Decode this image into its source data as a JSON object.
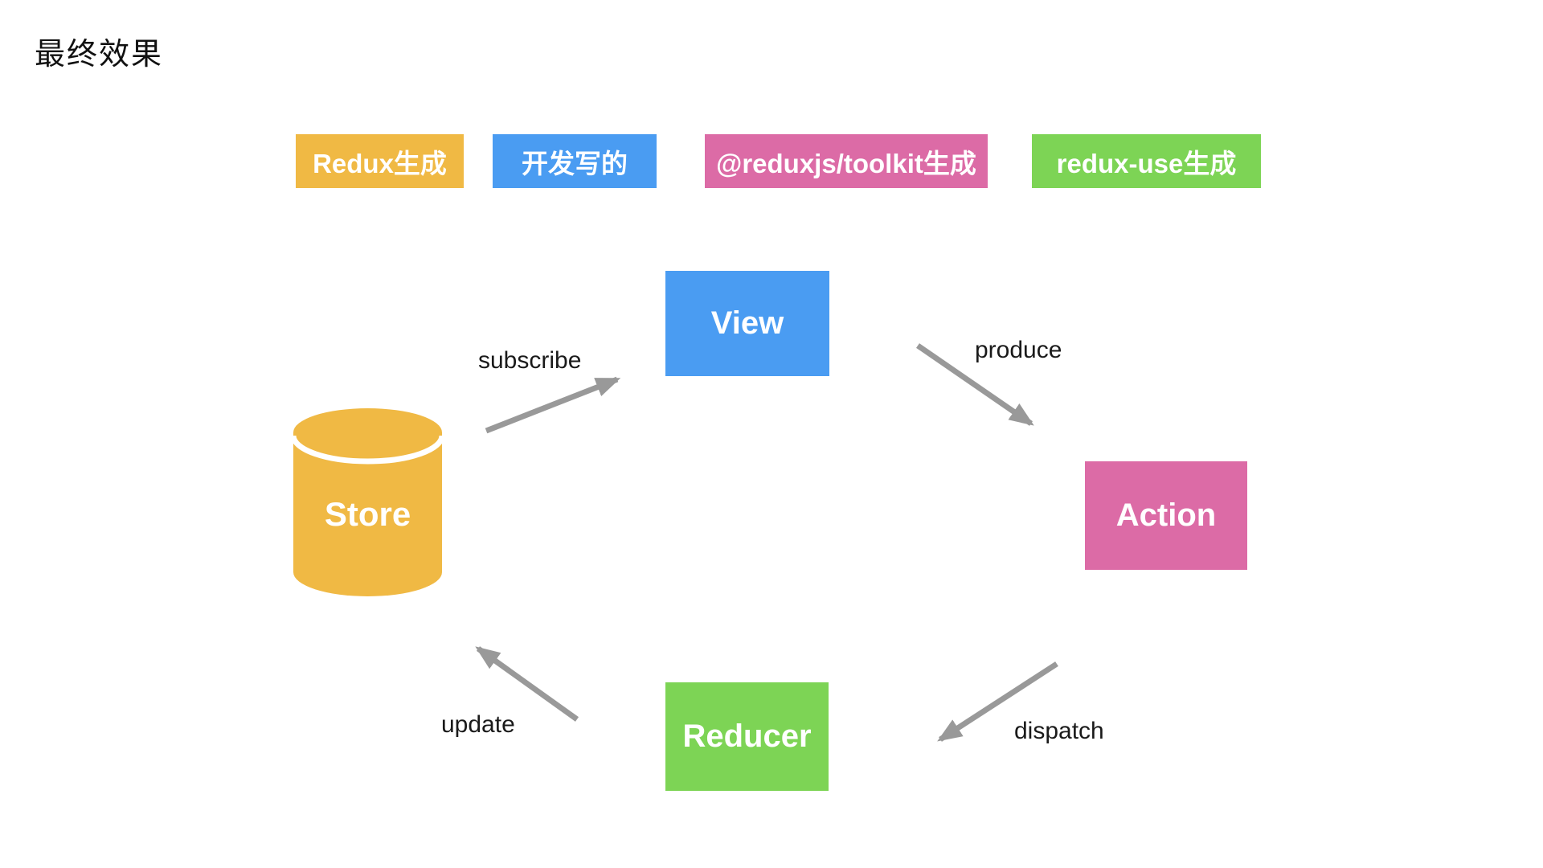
{
  "title": "最终效果",
  "colors": {
    "redux": "#F0B944",
    "dev": "#4A9CF2",
    "toolkit": "#DC6BA6",
    "reduxuse": "#7DD455",
    "arrow": "#999999"
  },
  "legend": {
    "items": [
      {
        "label": "Redux生成",
        "color": "#F0B944"
      },
      {
        "label": "开发写的",
        "color": "#4A9CF2"
      },
      {
        "label": "@reduxjs/toolkit生成",
        "color": "#DC6BA6"
      },
      {
        "label": "redux-use生成",
        "color": "#7DD455"
      }
    ]
  },
  "diagram": {
    "nodes": [
      {
        "id": "store",
        "label": "Store",
        "shape": "cylinder",
        "color": "#F0B944"
      },
      {
        "id": "view",
        "label": "View",
        "shape": "rect",
        "color": "#4A9CF2"
      },
      {
        "id": "action",
        "label": "Action",
        "shape": "rect",
        "color": "#DC6BA6"
      },
      {
        "id": "reducer",
        "label": "Reducer",
        "shape": "rect",
        "color": "#7DD455"
      }
    ],
    "edges": [
      {
        "from": "store",
        "to": "view",
        "label": "subscribe"
      },
      {
        "from": "view",
        "to": "action",
        "label": "produce"
      },
      {
        "from": "action",
        "to": "reducer",
        "label": "dispatch"
      },
      {
        "from": "reducer",
        "to": "store",
        "label": "update"
      }
    ]
  }
}
